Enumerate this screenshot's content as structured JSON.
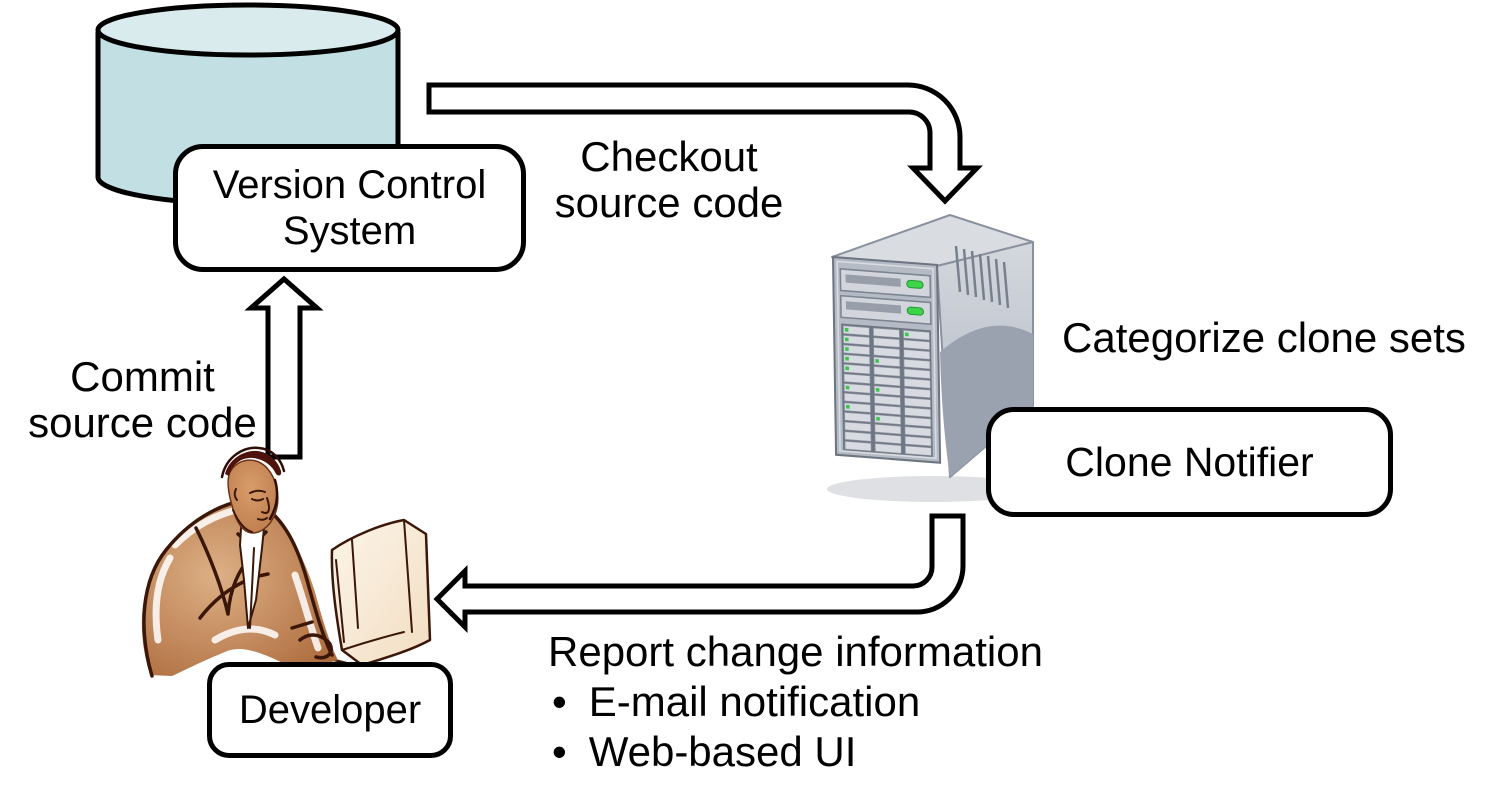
{
  "diagram": {
    "title_hint": "Clone Notifier workflow diagram",
    "nodes": {
      "vcs": {
        "line1": "Version Control",
        "line2": "System",
        "icon": "database-cylinder-icon"
      },
      "clone_notifier": {
        "label": "Clone Notifier",
        "icon": "tower-server-icon"
      },
      "developer": {
        "label": "Developer",
        "icon": "developer-person-icon"
      }
    },
    "annotations": {
      "checkout": {
        "line1": "Checkout",
        "line2": "source code"
      },
      "commit": {
        "line1": "Commit",
        "line2": "source code"
      },
      "categorize": {
        "text": "Categorize clone sets"
      },
      "report": {
        "title": "Report change information",
        "bullet_char": "•",
        "bullets": [
          "E-mail notification",
          "Web-based UI"
        ]
      }
    },
    "colors": {
      "outline": "#000000",
      "box_fill": "#ffffff",
      "cylinder_top": "#daebed",
      "cylinder_body": "#c2e0e3",
      "server_top": "#d9dde2",
      "server_side_light": "#ced3da",
      "server_side_dark": "#9aa2b0",
      "server_front": "#b5bbc5",
      "led_green": "#3fd24a",
      "skin": "#c88a5c",
      "suit": "#b06f3f",
      "hair": "#4e140b",
      "monitor": "#f8ecda"
    }
  }
}
